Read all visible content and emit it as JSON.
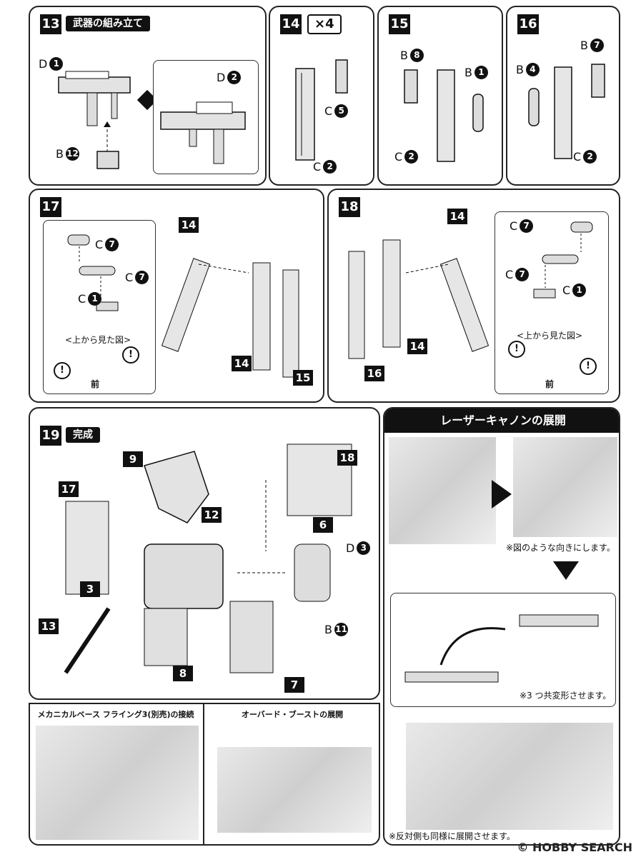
{
  "step13": {
    "num": "13",
    "title": "武器の組み立て",
    "labels": [
      {
        "letter": "D",
        "n": "1"
      },
      {
        "letter": "D",
        "n": "2"
      },
      {
        "letter": "B",
        "n": "12"
      }
    ]
  },
  "step14": {
    "num": "14",
    "multiplier": "×4",
    "labels": [
      {
        "letter": "C",
        "n": "5"
      },
      {
        "letter": "C",
        "n": "2"
      }
    ]
  },
  "step15": {
    "num": "15",
    "labels": [
      {
        "letter": "B",
        "n": "8"
      },
      {
        "letter": "B",
        "n": "1"
      },
      {
        "letter": "C",
        "n": "2"
      }
    ]
  },
  "step16": {
    "num": "16",
    "labels": [
      {
        "letter": "B",
        "n": "4"
      },
      {
        "letter": "B",
        "n": "7"
      },
      {
        "letter": "C",
        "n": "2"
      }
    ]
  },
  "step17": {
    "num": "17",
    "labels": [
      {
        "letter": "C",
        "n": "7"
      },
      {
        "letter": "C",
        "n": "7"
      },
      {
        "letter": "C",
        "n": "1"
      }
    ],
    "view_note": "<上から見た図>",
    "front": "前",
    "refs": [
      "14",
      "14",
      "15"
    ]
  },
  "step18": {
    "num": "18",
    "labels": [
      {
        "letter": "C",
        "n": "7"
      },
      {
        "letter": "C",
        "n": "7"
      },
      {
        "letter": "C",
        "n": "1"
      }
    ],
    "view_note": "<上から見た図>",
    "front": "前",
    "refs": [
      "14",
      "16",
      "14"
    ]
  },
  "step19": {
    "num": "19",
    "title": "完成",
    "refs": [
      "9",
      "18",
      "17",
      "12",
      "6",
      "3",
      "13",
      "8",
      "7"
    ],
    "labels": [
      {
        "letter": "D",
        "n": "3"
      },
      {
        "letter": "B",
        "n": "11"
      }
    ]
  },
  "laser": {
    "title": "レーザーキャノンの展開",
    "note1": "※図のような向きにします。",
    "note2": "※3 つ共変形させます。",
    "note3": "※反対側も同様に展開させます。"
  },
  "bottom": {
    "left_title": "メカニカルベース フライング3(別売)の接続",
    "mid_title": "オーバード・ブーストの展開"
  },
  "watermark": "© HOBBY SEARCH",
  "colors": {
    "ink": "#111111",
    "paper": "#ffffff"
  }
}
